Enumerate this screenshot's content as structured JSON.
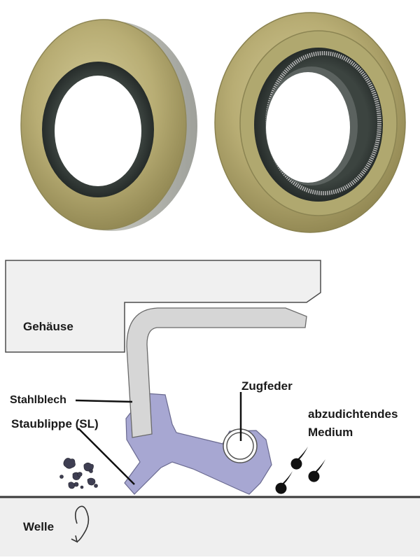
{
  "labels": {
    "housing": "Gehäuse",
    "sheet_steel": "Stahlblech",
    "dust_lip": "Staublippe (SL)",
    "tension_spring": "Zugfeder",
    "medium_line1": "abzudichtendes",
    "medium_line2": "Medium",
    "shaft": "Welle"
  },
  "icons": {
    "rotation": "rotation-arrow-icon",
    "dirt": "dirt-particles-icon",
    "droplets": "oil-droplets-icon"
  },
  "colors": {
    "housing_fill": "#f0f0f0",
    "steel_case": "#d6d6d6",
    "elastomer": "#a7a7d2",
    "shaft_fill": "#efefef",
    "outline": "#555555",
    "seal_metal": "#b9b07a",
    "rubber_dark": "#2e3330"
  }
}
